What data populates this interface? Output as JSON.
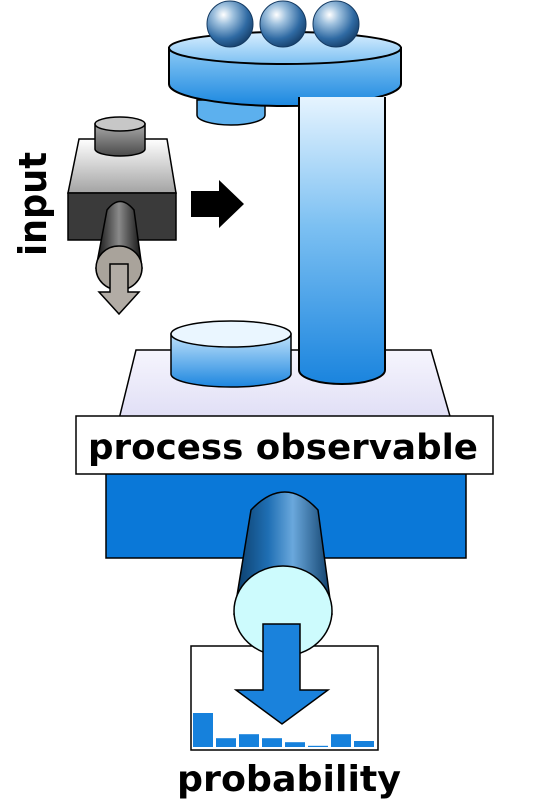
{
  "labels": {
    "input": "input",
    "process": "process observable",
    "output": "probability"
  },
  "histogram": {
    "values": [
      0.85,
      0.22,
      0.32,
      0.22,
      0.12,
      0.03,
      0.32,
      0.15
    ]
  },
  "colors": {
    "blue_dark": "#0a78d8",
    "blue_mid": "#4aa6ec",
    "blue_light": "#c6e4fb",
    "lavender": "#eceaf8",
    "bar": "#1681dc",
    "outline": "#000000"
  }
}
